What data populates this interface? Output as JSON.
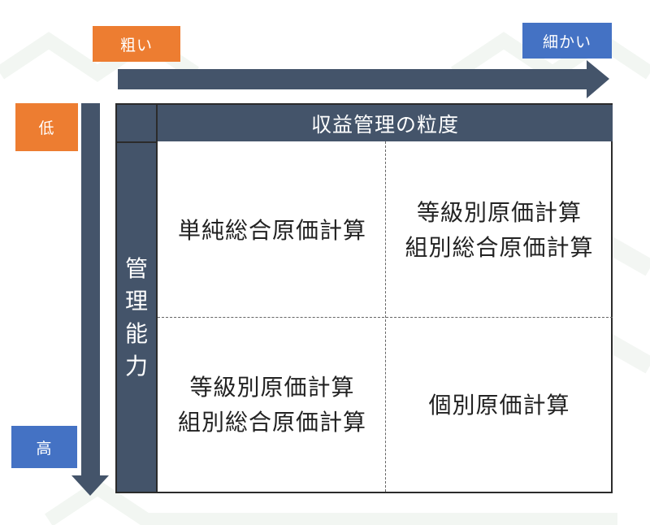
{
  "axes": {
    "x_start_label": "粗い",
    "x_end_label": "細かい",
    "y_start_label": "低",
    "y_end_label": "高"
  },
  "matrix": {
    "header": "収益管理の粒度",
    "side_chars": [
      "管",
      "理",
      "能",
      "力"
    ],
    "cells": {
      "top_left": [
        "単純総合原価計算"
      ],
      "top_right": [
        "等級別原価計算",
        "組別総合原価計算"
      ],
      "bottom_left": [
        "等級別原価計算",
        "組別総合原価計算"
      ],
      "bottom_right": [
        "個別原価計算"
      ]
    }
  },
  "colors": {
    "orange": "#ED7D31",
    "blue": "#4472C4",
    "dark_slate": "#44546A"
  }
}
